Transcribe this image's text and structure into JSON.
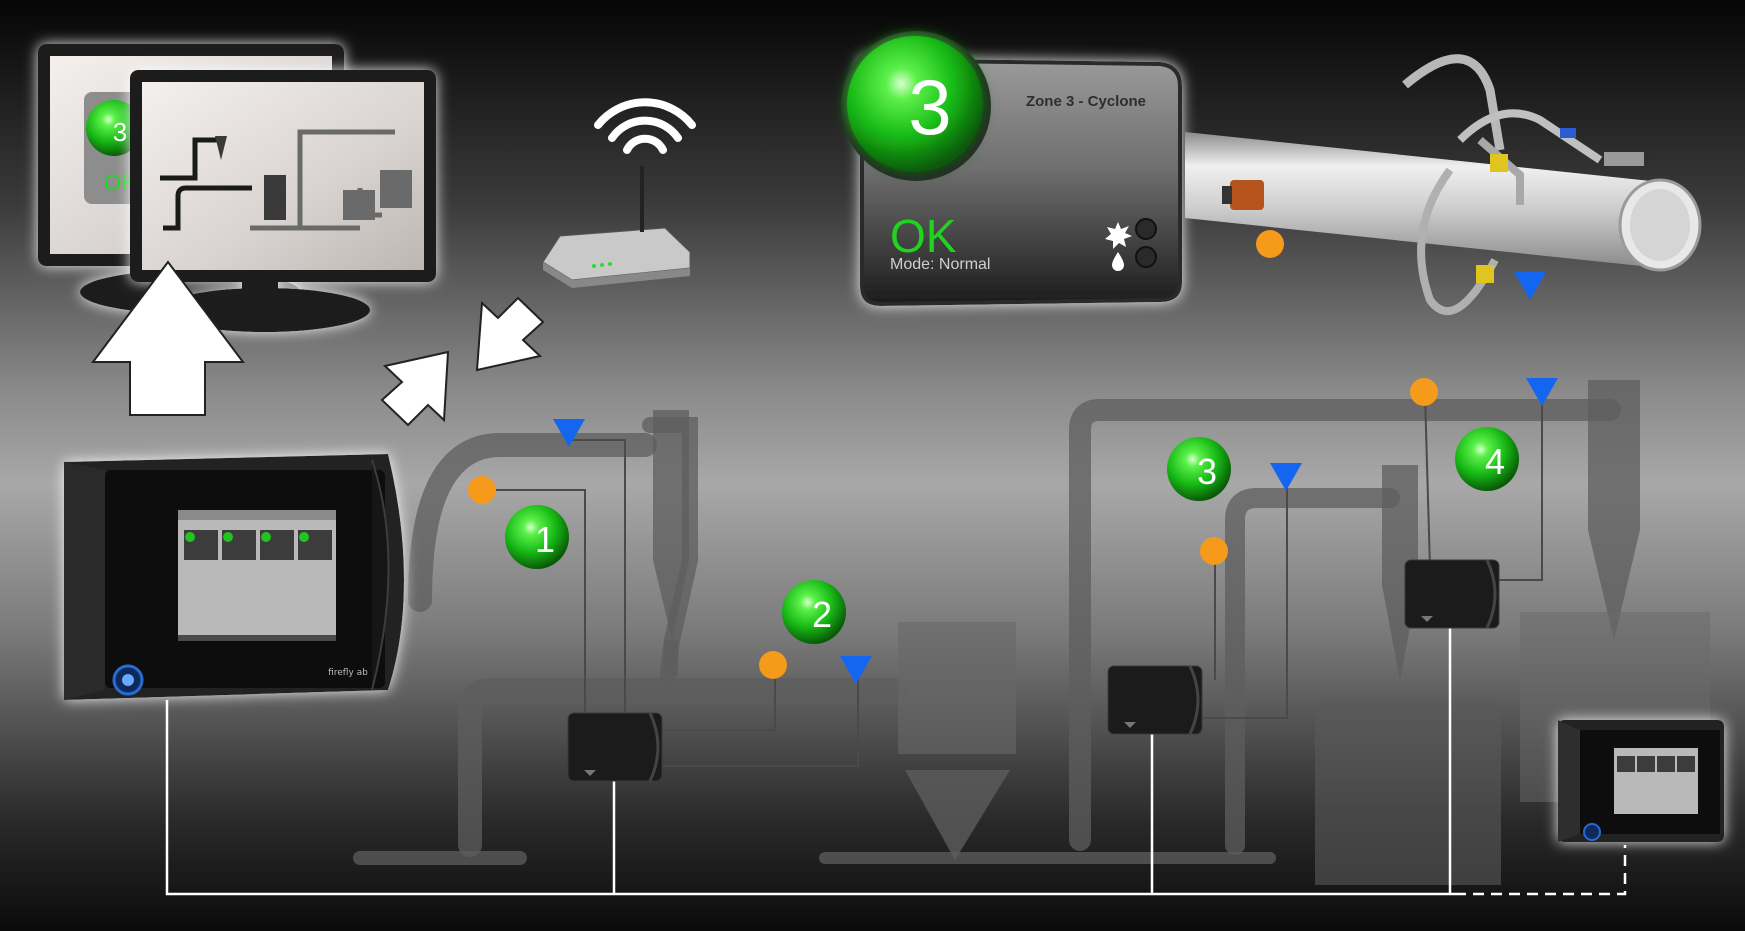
{
  "zone_panel": {
    "number": "3",
    "title": "Zone 3 - Cyclone",
    "status": "OK",
    "mode": "Mode: Normal"
  },
  "zone_markers": [
    {
      "number": "1"
    },
    {
      "number": "2"
    },
    {
      "number": "3"
    },
    {
      "number": "4"
    }
  ],
  "monitor_overlay": {
    "badge_number": "3",
    "status": "OK"
  },
  "controller_brand": "firefly ab",
  "colors": {
    "status_green": "#1fd41f",
    "spark_sensor_orange": "#f59a1b",
    "extinguishing_blue": "#1466f0",
    "wiring_white": "#ffffff"
  }
}
